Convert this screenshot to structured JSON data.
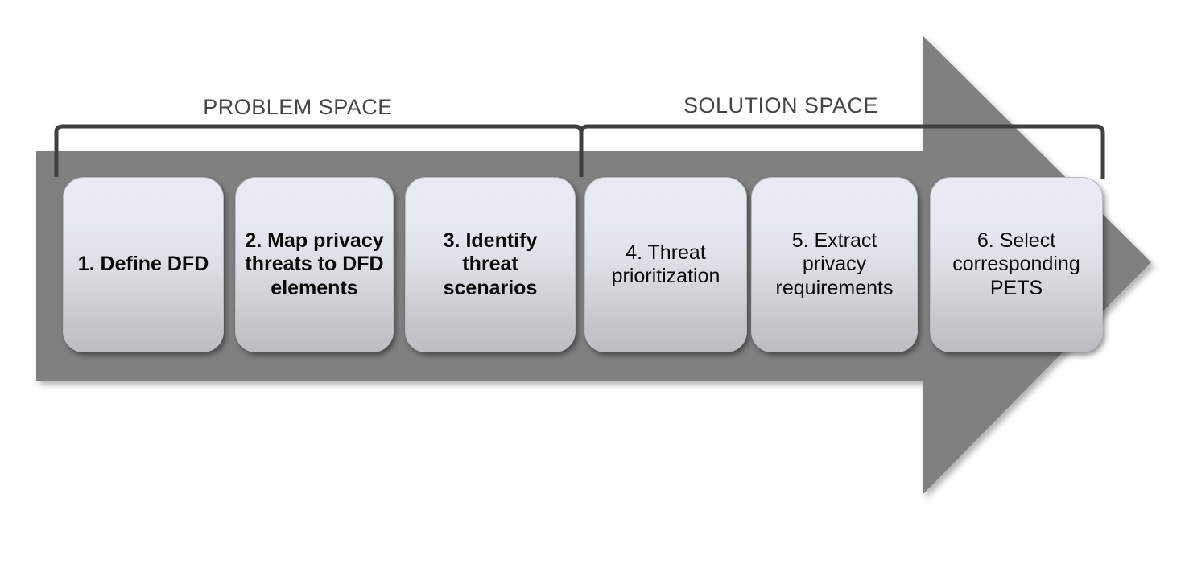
{
  "diagram": {
    "title_bands": [
      {
        "id": "problem-space",
        "label": "PROBLEM SPACE"
      },
      {
        "id": "solution-space",
        "label": "SOLUTION SPACE"
      }
    ],
    "steps": [
      {
        "number": "1",
        "label": "1. Define DFD",
        "emphasis": "bold",
        "band": "problem-space"
      },
      {
        "number": "2",
        "label": "2. Map privacy threats to DFD elements",
        "emphasis": "bold",
        "band": "problem-space"
      },
      {
        "number": "3",
        "label": "3. Identify threat scenarios",
        "emphasis": "bold",
        "band": "problem-space"
      },
      {
        "number": "4",
        "label": "4. Threat prioritization",
        "emphasis": "regular",
        "band": "solution-space"
      },
      {
        "number": "5",
        "label": "5. Extract privacy requirements",
        "emphasis": "regular",
        "band": "solution-space"
      },
      {
        "number": "6",
        "label": "6. Select corresponding PETS",
        "emphasis": "regular",
        "band": "solution-space"
      }
    ],
    "arrow": {
      "name": "process-flow-arrow",
      "direction": "right"
    },
    "colors": {
      "arrow_fill": "#808080",
      "bracket_stroke": "#3f3f3f",
      "label_text": "#464646",
      "box_text": "#0a0a0a",
      "box_gradient_top": "#e8ebf4",
      "box_gradient_bottom": "#bcbec1",
      "box_border": "#b9bcc4",
      "background": "#ffffff"
    }
  }
}
